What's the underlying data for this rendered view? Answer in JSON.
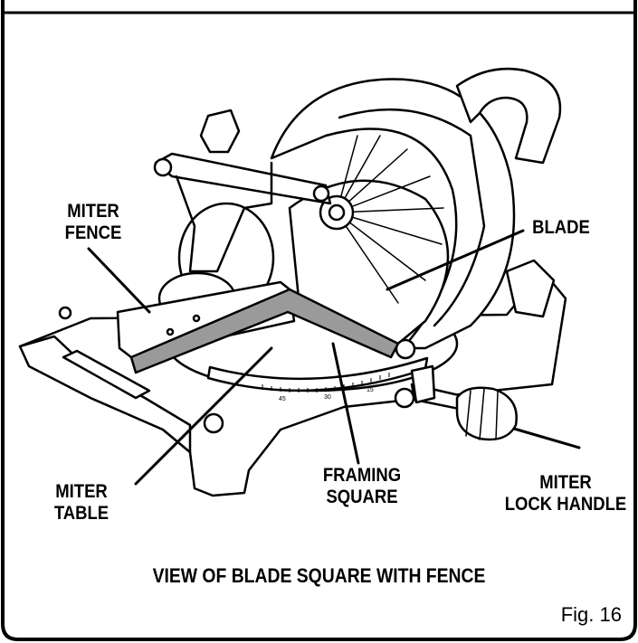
{
  "labels": {
    "miter_fence": [
      "MITER",
      "FENCE"
    ],
    "blade": "BLADE",
    "miter_table": [
      "MITER",
      "TABLE"
    ],
    "framing_square": [
      "FRAMING",
      "SQUARE"
    ],
    "miter_lock_handle": [
      "MITER",
      "LOCK HANDLE"
    ]
  },
  "scale_ticks": [
    "45",
    "30",
    "15"
  ],
  "caption": "VIEW OF BLADE SQUARE WITH FENCE",
  "figure_number": "Fig. 16",
  "colors": {
    "ink": "#000000",
    "paper": "#ffffff",
    "square_fill": "#9a9a9a"
  }
}
